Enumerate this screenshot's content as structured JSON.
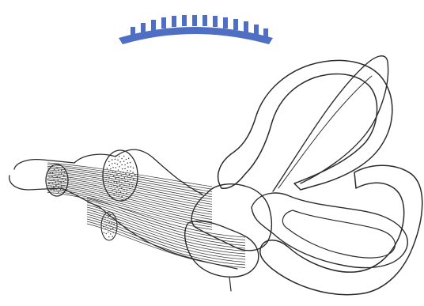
{
  "colors": {
    "background": "#ffffff",
    "watermark": "#4f6fc4",
    "red_loop": "#e21d2a",
    "orange_loop": "#ef8a3a",
    "peach_loop": "#f3c3a6",
    "blue_region": "#7cc0e6",
    "green_region": "#a6d15a",
    "outline": "#2b2b2b"
  },
  "parts": [
    {
      "name": "watermark-emblem",
      "color_key": "watermark"
    },
    {
      "name": "red-loop",
      "color_key": "red_loop"
    },
    {
      "name": "orange-loop",
      "color_key": "orange_loop"
    },
    {
      "name": "peach-loop",
      "color_key": "peach_loop"
    },
    {
      "name": "blue-region",
      "color_key": "blue_region"
    },
    {
      "name": "green-region",
      "color_key": "green_region"
    },
    {
      "name": "uncolored-loop",
      "color_key": "outline"
    },
    {
      "name": "nerve-bundle",
      "color_key": "outline"
    }
  ]
}
